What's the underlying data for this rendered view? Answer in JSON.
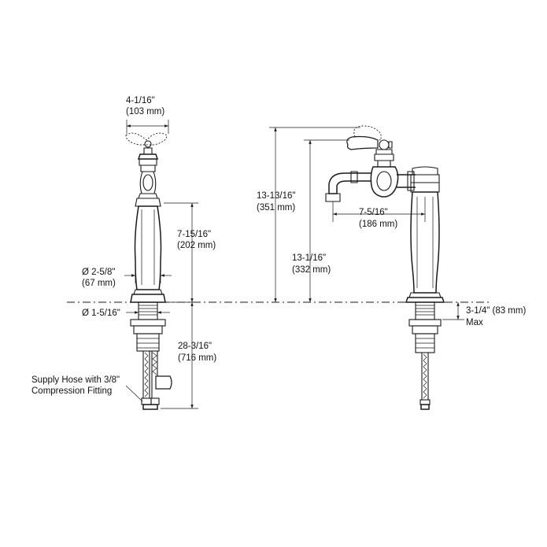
{
  "labels": {
    "handle_width_in": "4-1/16\"",
    "handle_width_mm": "(103 mm)",
    "body_height_in": "7-15/16\"",
    "body_height_mm": "(202 mm)",
    "body_diameter_in": "Ø 2-5/8\"",
    "body_diameter_mm": "(67 mm)",
    "shank_diameter": "Ø 1-5/16\"",
    "total_length_in": "28-3/16\"",
    "total_length_mm": "(716 mm)",
    "supply_hose_line1": "Supply Hose with 3/8\"",
    "supply_hose_line2": "Compression Fitting",
    "overall_height_in": "13-13/16\"",
    "overall_height_mm": "(351 mm)",
    "spout_height_in": "13-1/16\"",
    "spout_height_mm": "(332 mm)",
    "spout_reach_in": "7-5/16\"",
    "spout_reach_mm": "(186 mm)",
    "deck_thickness": "3-1/4\" (83 mm)",
    "deck_thickness_max": "Max"
  }
}
